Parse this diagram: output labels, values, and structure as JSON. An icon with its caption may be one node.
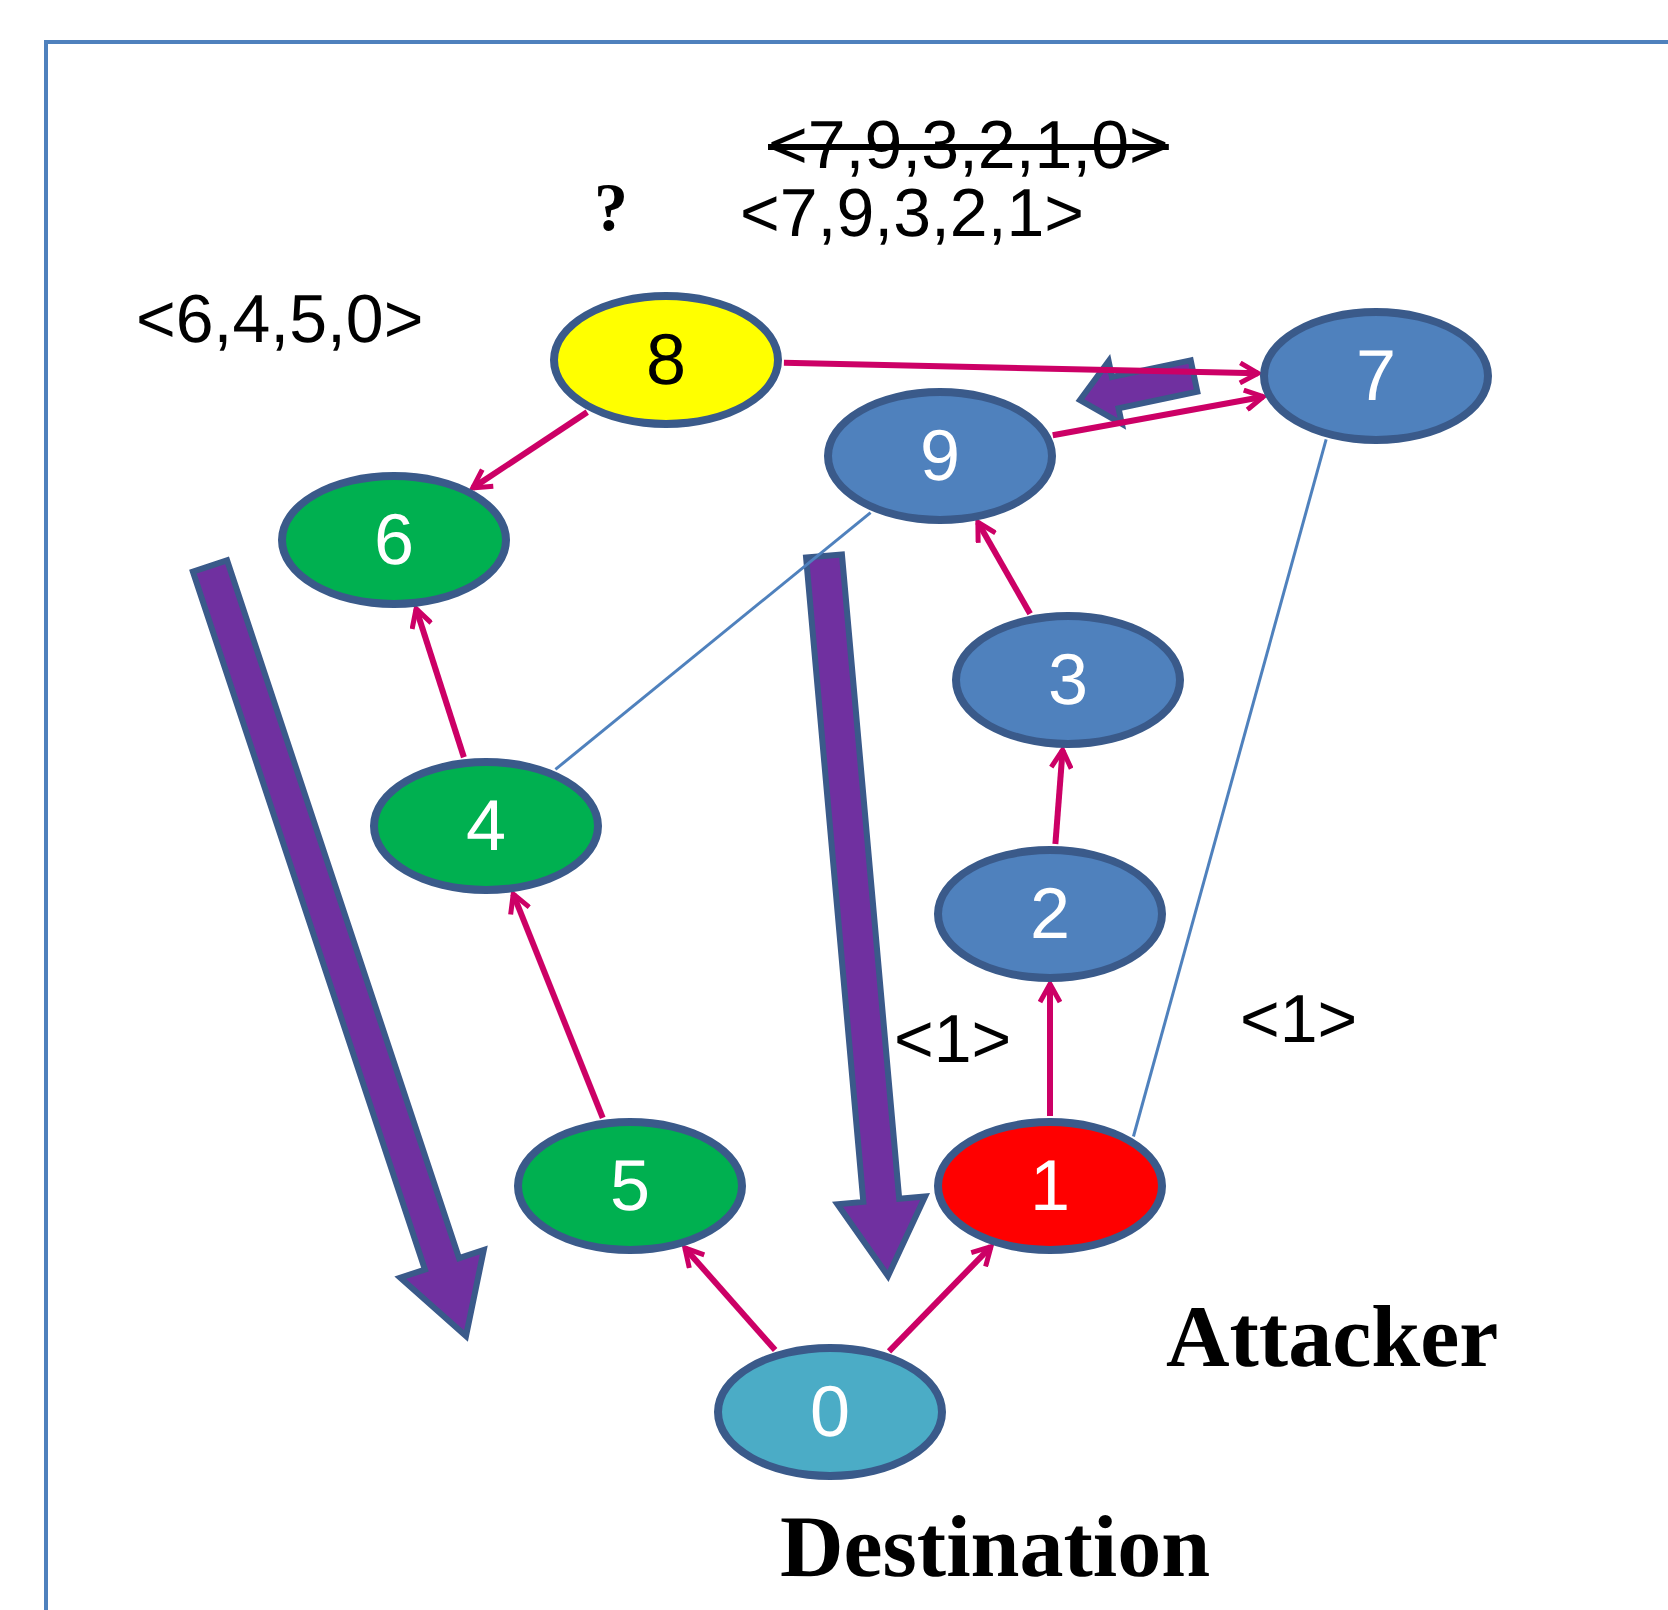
{
  "diagram": {
    "nodes": [
      {
        "text": [
          "8"
        ],
        "beside": [
          "?"
        ]
      },
      {
        "text": [
          "7"
        ]
      },
      {
        "text": [
          "9"
        ]
      },
      {
        "text": [
          "6"
        ]
      },
      {
        "text": [
          "3"
        ]
      },
      {
        "text": [
          "4"
        ]
      },
      {
        "text": [
          "2"
        ]
      },
      {
        "text": [
          "5"
        ]
      },
      {
        "text": [
          "1"
        ],
        "beside": [
          "Attacker"
        ]
      },
      {
        "text": [
          "0"
        ],
        "beside": [
          "Destination"
        ]
      }
    ],
    "edges": [
      {
        "from": 0,
        "to": 1,
        "arrow": "to"
      },
      {
        "from": 0,
        "to": 3,
        "arrow": "to"
      },
      {
        "from": 2,
        "to": 1,
        "arrow": "to"
      },
      {
        "from": 4,
        "to": 2,
        "arrow": "to"
      },
      {
        "from": 6,
        "to": 4,
        "arrow": "to"
      },
      {
        "from": 8,
        "to": 6,
        "arrow": "to"
      },
      {
        "from": 9,
        "to": 8,
        "arrow": "to"
      },
      {
        "from": 9,
        "to": 7,
        "arrow": "to"
      },
      {
        "from": 7,
        "to": 5,
        "arrow": "to"
      },
      {
        "from": 5,
        "to": 3,
        "arrow": "to"
      },
      {
        "from": 5,
        "to": 2,
        "arrow": "none",
        "color": "#4f81bd"
      },
      {
        "from": 8,
        "to": 1,
        "arrow": "none",
        "color": "#4f81bd"
      }
    ],
    "labels": [
      "<7,9,3,2,1,0>",
      "<7,9,3,2,1>",
      "<6,4,5,0>",
      "<1>",
      "<1>"
    ]
  }
}
